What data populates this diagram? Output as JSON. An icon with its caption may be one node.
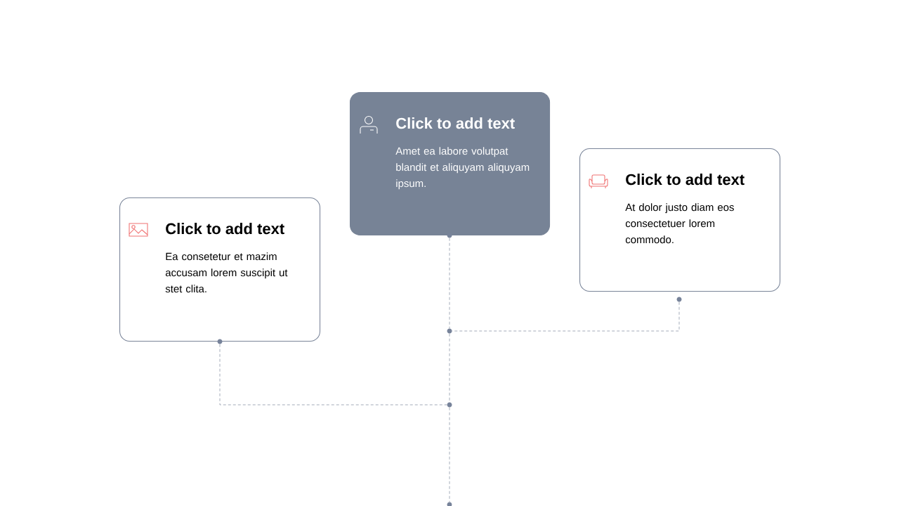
{
  "diagram": {
    "nodes": [
      {
        "text": [
          "Click to add text",
          "Ea consetetur et mazim accusam lorem suscipit ut stet clita."
        ]
      },
      {
        "text": [
          "Click to add text",
          "Amet ea labore volutpat blandit et aliquyam aliquyam ipsum."
        ]
      },
      {
        "text": [
          "Click to add text",
          "At dolor justo diam eos consectetuer lorem commodo."
        ]
      },
      {
        "text": [],
        "shape": "circle"
      },
      {
        "text": [],
        "shape": "circle"
      },
      {
        "text": [],
        "shape": "circle"
      },
      {
        "text": [],
        "shape": "circle"
      },
      {
        "text": [],
        "shape": "circle"
      },
      {
        "text": [],
        "shape": "circle"
      }
    ],
    "edges": [
      {
        "from": 4,
        "to": 5,
        "arrow": "none",
        "style": "dashed"
      },
      {
        "from": 8,
        "to": 5,
        "arrow": "none",
        "style": "dashed"
      },
      {
        "from": 5,
        "to": 6,
        "arrow": "none",
        "style": "dashed"
      },
      {
        "from": 3,
        "to": 6,
        "arrow": "none",
        "style": "dashed"
      },
      {
        "from": 6,
        "to": 7,
        "arrow": "none",
        "style": "dashed"
      }
    ]
  }
}
